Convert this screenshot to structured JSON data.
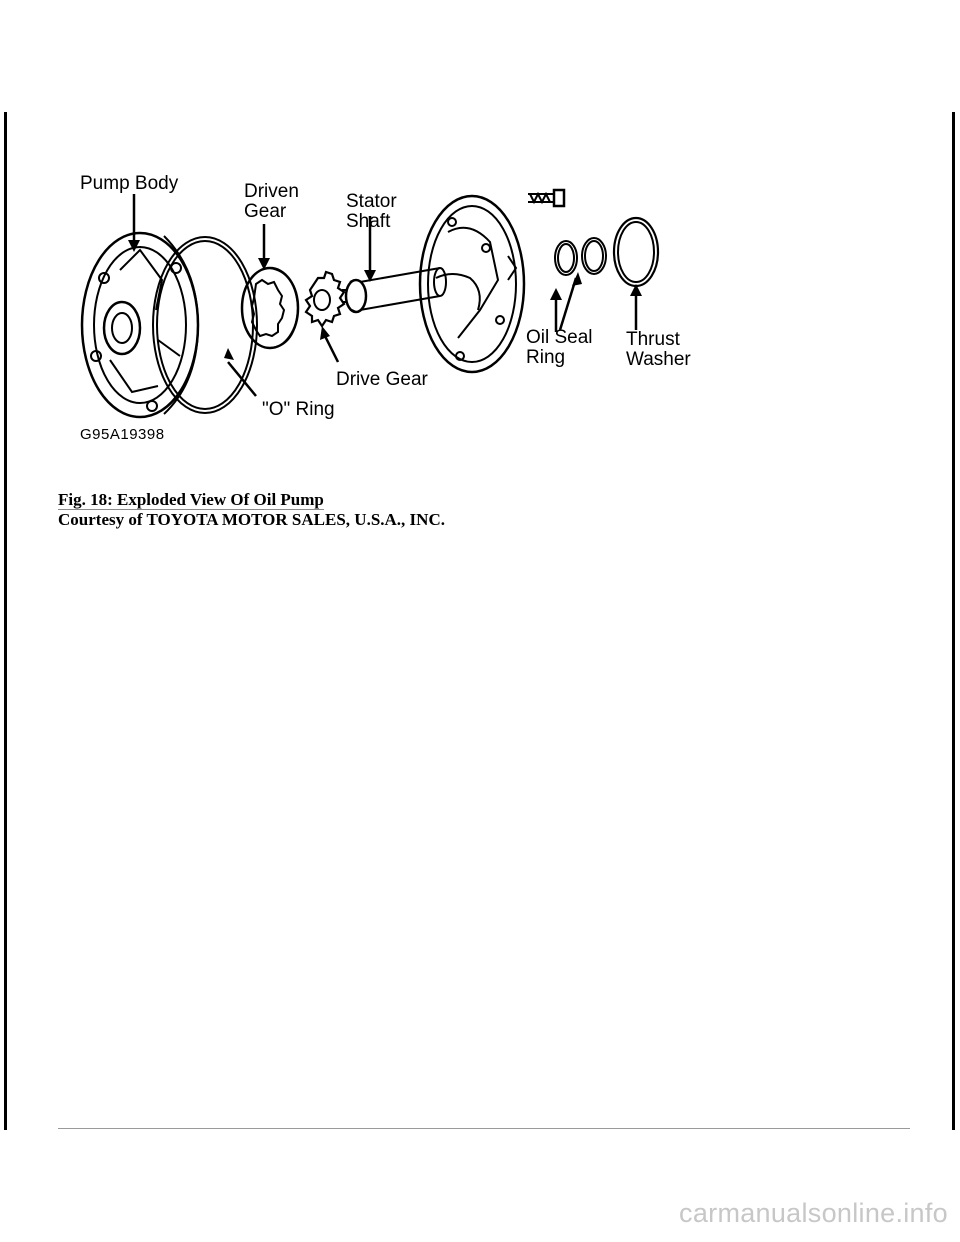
{
  "figure": {
    "labels": {
      "pump_body": "Pump Body",
      "driven_gear": [
        "Driven",
        "Gear"
      ],
      "stator_shaft": [
        "Stator",
        "Shaft"
      ],
      "drive_gear": "Drive Gear",
      "o_ring": "\"O\" Ring",
      "oil_seal_ring": [
        "Oil Seal",
        "Ring"
      ],
      "thrust_washer": [
        "Thrust",
        "Washer"
      ]
    },
    "code": "G95A19398"
  },
  "caption": {
    "title": "Fig. 18: Exploded View Of Oil Pump",
    "credit": "Courtesy of TOYOTA MOTOR SALES, U.S.A., INC."
  },
  "watermark": "carmanualsonline.info"
}
